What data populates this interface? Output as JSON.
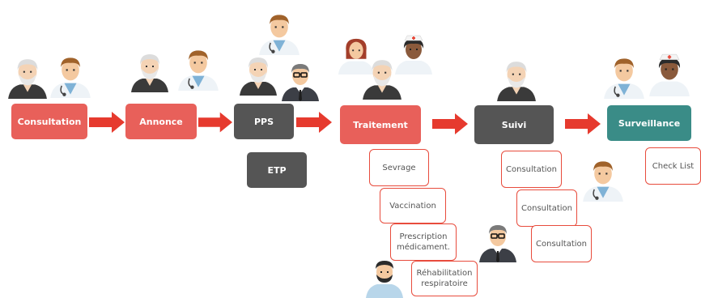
{
  "stages": {
    "consultation": "Consultation",
    "annonce": "Annonce",
    "pps": "PPS",
    "etp": "ETP",
    "traitement": "Traitement",
    "suivi": "Suivi",
    "surveillance": "Surveillance"
  },
  "traitement_items": {
    "sevrage": "Sevrage",
    "vaccination": "Vaccination",
    "prescription": "Prescription médicament.",
    "rehab": "Réhabilitation respiratoire"
  },
  "suivi_items": {
    "c1": "Consultation",
    "c2": "Consultation",
    "c3": "Consultation"
  },
  "surveillance_items": {
    "checklist": "Check List"
  },
  "colors": {
    "stage_red": "#e8605a",
    "stage_dark": "#555555",
    "stage_teal": "#3a8c87",
    "arrow": "#e63a2e",
    "box_border": "#e84c3d"
  }
}
